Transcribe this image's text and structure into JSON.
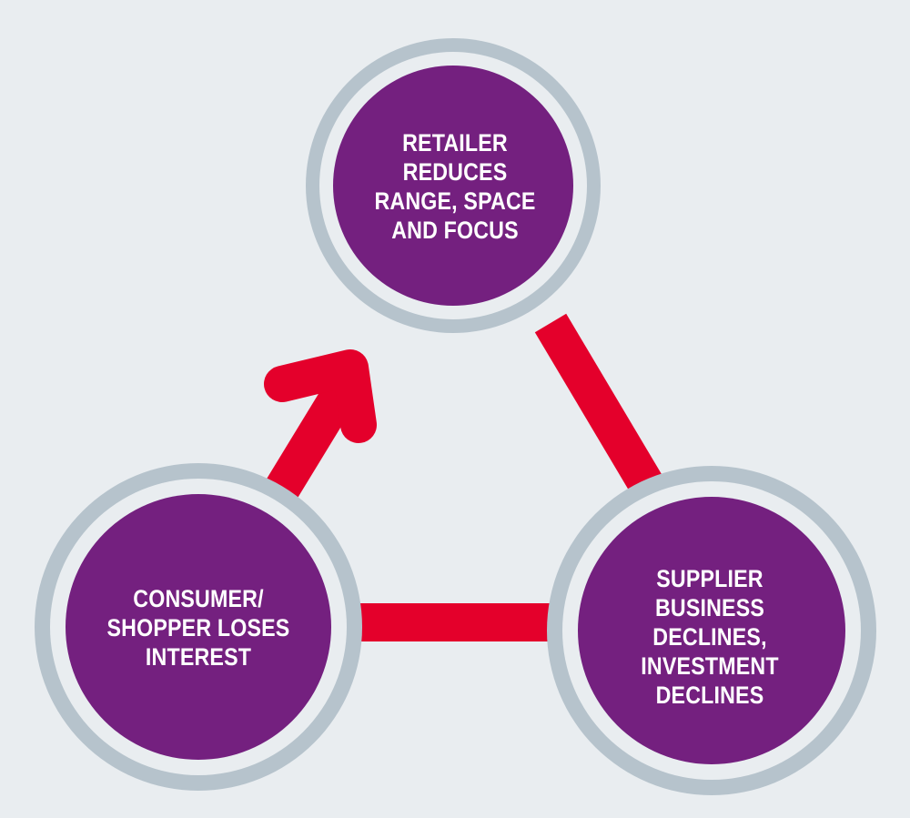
{
  "colors": {
    "background": "#e9edf0",
    "ring": "#b6c3cc",
    "node_fill": "#74207f",
    "connector": "#e4002b",
    "text": "#ffffff"
  },
  "nodes": {
    "top": {
      "lines": [
        "RETAILER",
        "REDUCES",
        "RANGE, SPACE",
        "AND FOCUS"
      ]
    },
    "left": {
      "lines": [
        "CONSUMER/",
        "SHOPPER LOSES",
        "INTEREST"
      ]
    },
    "right": {
      "lines": [
        "SUPPLIER",
        "BUSINESS",
        "DECLINES,",
        "INVESTMENT",
        "DECLINES"
      ]
    }
  }
}
